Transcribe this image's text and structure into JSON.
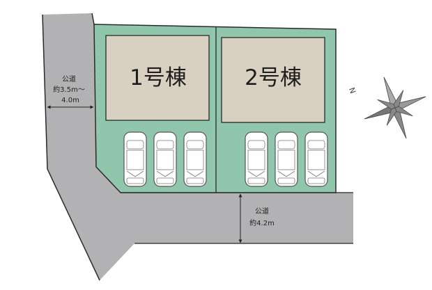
{
  "buildings": [
    {
      "label": "1号棟",
      "parking_spaces": 3
    },
    {
      "label": "2号棟",
      "parking_spaces": 3
    }
  ],
  "roads": {
    "west": {
      "name": "公道",
      "width_line1": "約3.5m～",
      "width_line2": "4.0m"
    },
    "south": {
      "name": "公道",
      "width": "約4.2m"
    }
  },
  "compass": {
    "north_label": "N"
  },
  "colors": {
    "lot": "#8fc6ac",
    "building": "#d8d0c0",
    "road": "#b2b2b4",
    "outline": "#2a2a2a"
  }
}
